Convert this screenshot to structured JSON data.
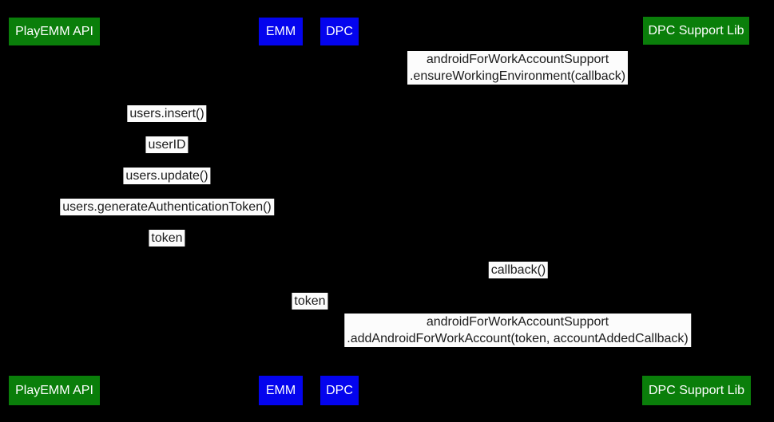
{
  "diagram": {
    "type": "sequence-diagram",
    "background": "#000000",
    "label_box": {
      "background": "#fcfcfc",
      "text_color": "#1c1c1c"
    },
    "actor_text_color": "#ffffff",
    "actor_colors": {
      "green": "#0a7e0a",
      "blue": "#0404ee"
    },
    "actors": [
      {
        "id": "playemm-api",
        "label": "PlayEMM API",
        "color": "#0a7e0a"
      },
      {
        "id": "emm",
        "label": "EMM",
        "color": "#0404ee"
      },
      {
        "id": "dpc",
        "label": "DPC",
        "color": "#0404ee"
      },
      {
        "id": "dpc-support-lib",
        "label": "DPC Support Lib",
        "color": "#0a7e0a"
      }
    ],
    "messages": [
      {
        "id": "ensure-working-environment",
        "line1": "androidForWorkAccountSupport",
        "line2": ".ensureWorkingEnvironment(callback)"
      },
      {
        "id": "users-insert",
        "text": "users.insert()"
      },
      {
        "id": "user-id",
        "text": "userID"
      },
      {
        "id": "users-update",
        "text": "users.update()"
      },
      {
        "id": "generate-authentication-token",
        "text": "users.generateAuthenticationToken()"
      },
      {
        "id": "token-return",
        "text": "token"
      },
      {
        "id": "callback",
        "text": "callback()"
      },
      {
        "id": "token-forward",
        "text": "token"
      },
      {
        "id": "add-android-for-work-account",
        "line1": "androidForWorkAccountSupport",
        "line2": ".addAndroidForWorkAccount(token, accountAddedCallback)"
      }
    ]
  }
}
